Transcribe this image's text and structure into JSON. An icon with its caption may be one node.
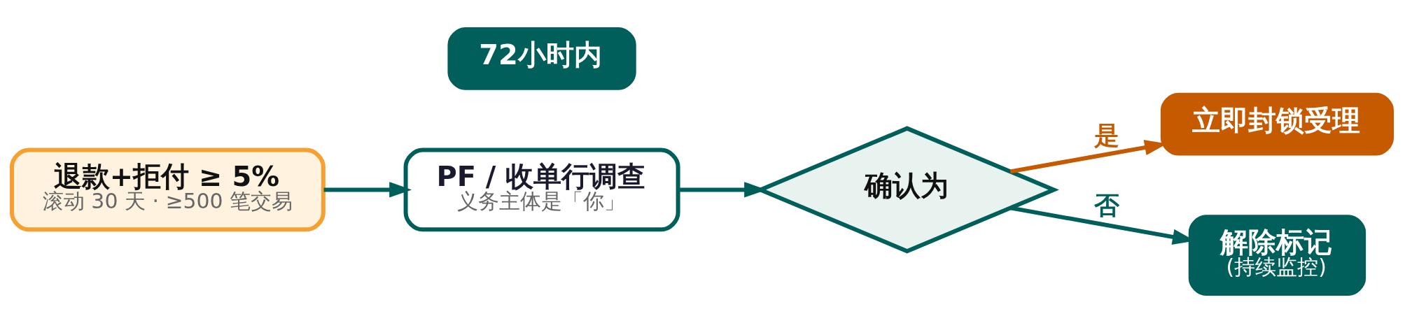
{
  "diagram": {
    "nodes": [
      {
        "text": [
          "退款+拒付 ≥ 5%",
          "滚动 30 天 · ≥500 笔交易"
        ]
      },
      {
        "text": [
          "72小时内"
        ]
      },
      {
        "text": [
          "PF / 收单行调查",
          "义务主体是「你」"
        ]
      },
      {
        "text": [
          "确认为"
        ]
      },
      {
        "text": [
          "立即封锁受理"
        ]
      },
      {
        "text": [
          "解除标记",
          "(持续监控)"
        ]
      }
    ],
    "edges": [
      {
        "from": 0,
        "to": 2,
        "arrow": "to"
      },
      {
        "from": 2,
        "to": 3,
        "arrow": "to"
      },
      {
        "from": 3,
        "to": 4,
        "arrow": "to",
        "label": "是",
        "color": "#c55a00"
      },
      {
        "from": 3,
        "to": 5,
        "arrow": "to",
        "label": "否"
      }
    ]
  }
}
